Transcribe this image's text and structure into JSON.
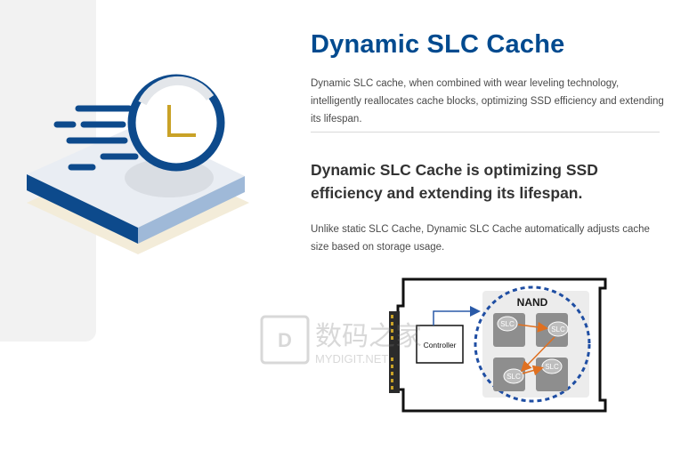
{
  "section": {
    "title": "Dynamic SLC Cache",
    "intro": "Dynamic SLC cache, when combined with wear leveling technology, intelligently reallocates cache blocks, optimizing SSD efficiency and extending its lifespan.",
    "subtitle": "Dynamic SLC Cache is optimizing SSD efficiency and extending its lifespan.",
    "body": "Unlike static SLC Cache, Dynamic SLC Cache automatically adjusts cache size based on storage usage."
  },
  "diagram": {
    "nand_label": "NAND",
    "controller_label": "Controller",
    "slc_labels": [
      "SLC",
      "SLC",
      "SLC",
      "SLC"
    ],
    "watermark_cn": "数码之家",
    "watermark_en": "MYDIGIT.NET"
  },
  "colors": {
    "brand_blue": "#004a8f",
    "accent_gold": "#c9a227",
    "arrow_orange": "#e07020",
    "light_blue": "#9fb9d8"
  }
}
